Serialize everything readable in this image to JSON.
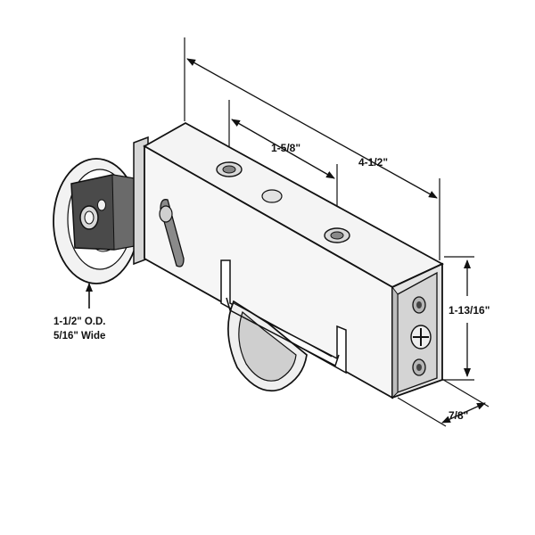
{
  "colors": {
    "ink": "#111111",
    "body": "#f4f4f4",
    "shade": "#cfcfcf",
    "dark": "#555555",
    "background": "#ffffff"
  },
  "dimensions": {
    "overall_length": "4-1/2\"",
    "hole_spacing": "1-5/8\"",
    "height": "1-13/16\"",
    "width": "7/8\""
  },
  "wheel_note": {
    "line1": "1-1/2\" O.D.",
    "line2": "5/16\" Wide"
  },
  "icons": [
    "adjustment-screw-icon",
    "mounting-hole-icon",
    "arrow-icon"
  ]
}
